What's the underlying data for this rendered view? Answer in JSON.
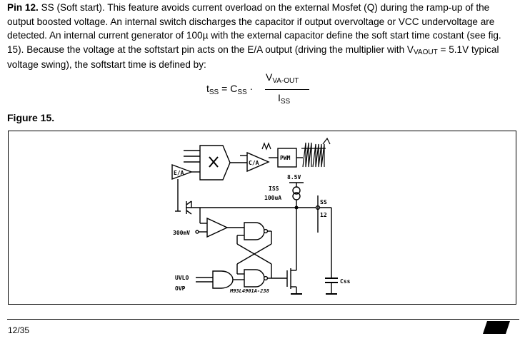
{
  "paragraph": {
    "pin": "Pin 12.",
    "pre": " SS (Soft start). This feature avoids current overload on the external Mosfet (Q) during the ramp-up of the output boosted voltage. An internal switch discharges the capacitor if output overvoltage or VCC undervoltage are detected. An internal current generator of 100",
    "unit": "µ",
    "mid": "  with the external capacitor define the soft start time costant (see fig. 15). Because the voltage at the softstart pin acts on the E/A output (driving the multiplier with ",
    "v": "V",
    "vsub": "VAOUT",
    "post": " = 5.1V typical voltage swing), the softstart time is defined by:"
  },
  "formula": {
    "t": "t",
    "t_sub": "SS",
    "eq": " = ",
    "c": "C",
    "c_sub": "SS",
    "dot": " · ",
    "num": "V",
    "num_sub": "VA-OUT",
    "den": "I",
    "den_sub": "SS"
  },
  "figure": {
    "title": "Figure 15.",
    "labels": {
      "ea": "E/A",
      "ca": "C/A",
      "pwm": "PWM",
      "v85": "8.5V",
      "iss": "ISS",
      "iss_val": "100uA",
      "ss": "SS",
      "pin": "12",
      "mv": "300mV",
      "uvlo": "UVLO",
      "ovp": "OVP",
      "css": "Css",
      "code": "M93L4901A-238"
    }
  },
  "footer": {
    "page": "12/35",
    "logo": "ST"
  }
}
